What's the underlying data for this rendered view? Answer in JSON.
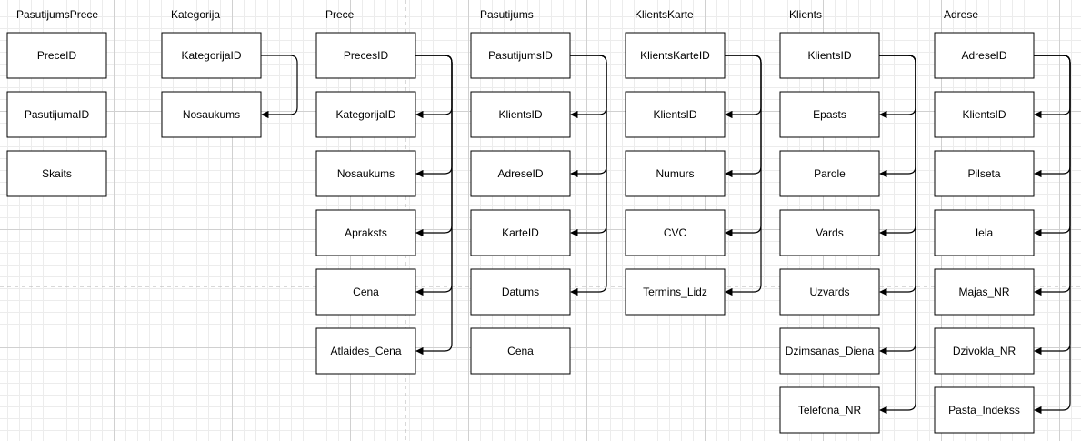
{
  "tables": [
    {
      "title": "PasutijumsPrece",
      "fields": [
        "PreceID",
        "PasutijumaID",
        "Skaits"
      ],
      "links": []
    },
    {
      "title": "Kategorija",
      "fields": [
        "KategorijaID",
        "Nosaukums"
      ],
      "links": [
        1
      ]
    },
    {
      "title": "Prece",
      "fields": [
        "PrecesID",
        "KategorijaID",
        "Nosaukums",
        "Apraksts",
        "Cena",
        "Atlaides_Cena"
      ],
      "links": [
        1,
        2,
        3,
        4,
        5
      ]
    },
    {
      "title": "Pasutijums",
      "fields": [
        "PasutijumsID",
        "KlientsID",
        "AdreseID",
        "KarteID",
        "Datums",
        "Cena"
      ],
      "links": [
        1,
        2,
        3,
        4
      ]
    },
    {
      "title": "KlientsKarte",
      "fields": [
        "KlientsKarteID",
        "KlientsID",
        "Numurs",
        "CVC",
        "Termins_Lidz"
      ],
      "links": [
        1,
        2,
        3,
        4
      ]
    },
    {
      "title": "Klients",
      "fields": [
        "KlientsID",
        "Epasts",
        "Parole",
        "Vards",
        "Uzvards",
        "Dzimsanas_Diena",
        "Telefona_NR"
      ],
      "links": [
        1,
        2,
        3,
        4,
        5,
        6
      ]
    },
    {
      "title": "Adrese",
      "fields": [
        "AdreseID",
        "KlientsID",
        "Pilseta",
        "Iela",
        "Majas_NR",
        "Dzivokla_NR",
        "Pasta_Indekss"
      ],
      "links": [
        1,
        2,
        3,
        4,
        5,
        6
      ]
    }
  ]
}
